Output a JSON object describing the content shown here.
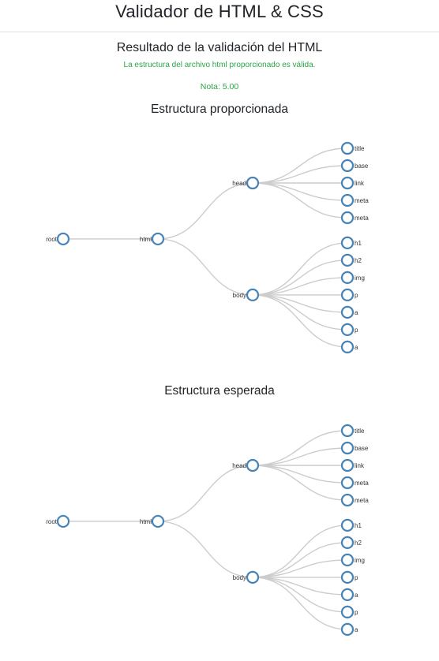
{
  "header": {
    "title": "Validador de HTML & CSS"
  },
  "result": {
    "title": "Resultado de la validación del HTML",
    "message": "La estructura del archivo html proporcionado es válida.",
    "grade": "Nota: 5.00"
  },
  "colors": {
    "valid_text": "#28a745",
    "node_stroke": "#4682b4",
    "link": "#cccccc"
  },
  "trees": [
    {
      "title": "Estructura proporcionada",
      "root": {
        "name": "root",
        "children": [
          {
            "name": "html",
            "children": [
              {
                "name": "head",
                "children": [
                  {
                    "name": "title"
                  },
                  {
                    "name": "base"
                  },
                  {
                    "name": "link"
                  },
                  {
                    "name": "meta"
                  },
                  {
                    "name": "meta"
                  }
                ]
              },
              {
                "name": "body",
                "children": [
                  {
                    "name": "h1"
                  },
                  {
                    "name": "h2"
                  },
                  {
                    "name": "img"
                  },
                  {
                    "name": "p"
                  },
                  {
                    "name": "a"
                  },
                  {
                    "name": "p"
                  },
                  {
                    "name": "a"
                  }
                ]
              }
            ]
          }
        ]
      }
    },
    {
      "title": "Estructura esperada",
      "root": {
        "name": "root",
        "children": [
          {
            "name": "html",
            "children": [
              {
                "name": "head",
                "children": [
                  {
                    "name": "title"
                  },
                  {
                    "name": "base"
                  },
                  {
                    "name": "link"
                  },
                  {
                    "name": "meta"
                  },
                  {
                    "name": "meta"
                  }
                ]
              },
              {
                "name": "body",
                "children": [
                  {
                    "name": "h1"
                  },
                  {
                    "name": "h2"
                  },
                  {
                    "name": "img"
                  },
                  {
                    "name": "p"
                  },
                  {
                    "name": "a"
                  },
                  {
                    "name": "p"
                  },
                  {
                    "name": "a"
                  }
                ]
              }
            ]
          }
        ]
      }
    }
  ]
}
